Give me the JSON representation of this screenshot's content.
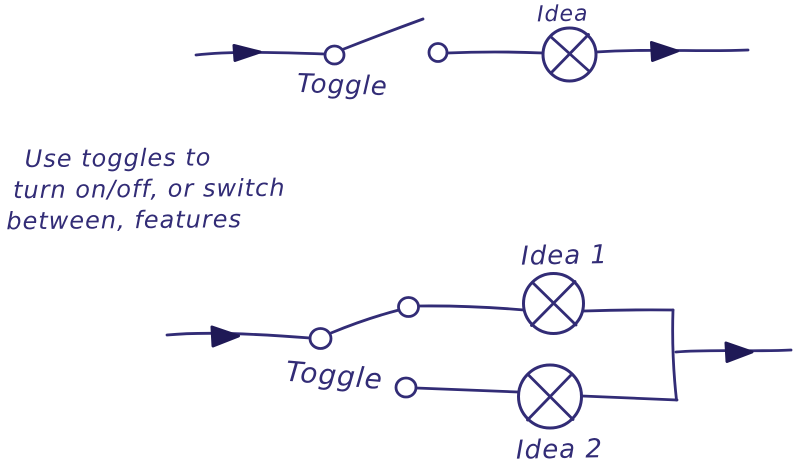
{
  "colors": {
    "ink": "#322c76",
    "arrow": "#1f1956",
    "background": "#ffffff"
  },
  "note": {
    "lines": [
      "Use toggles to",
      "turn on/off, or switch",
      "between, features"
    ]
  },
  "top_circuit": {
    "toggle_label": "Toggle",
    "lamp_label": "Idea"
  },
  "bottom_circuit": {
    "toggle_label": "Toggle",
    "lamp1_label": "Idea 1",
    "lamp2_label": "Idea 2"
  }
}
